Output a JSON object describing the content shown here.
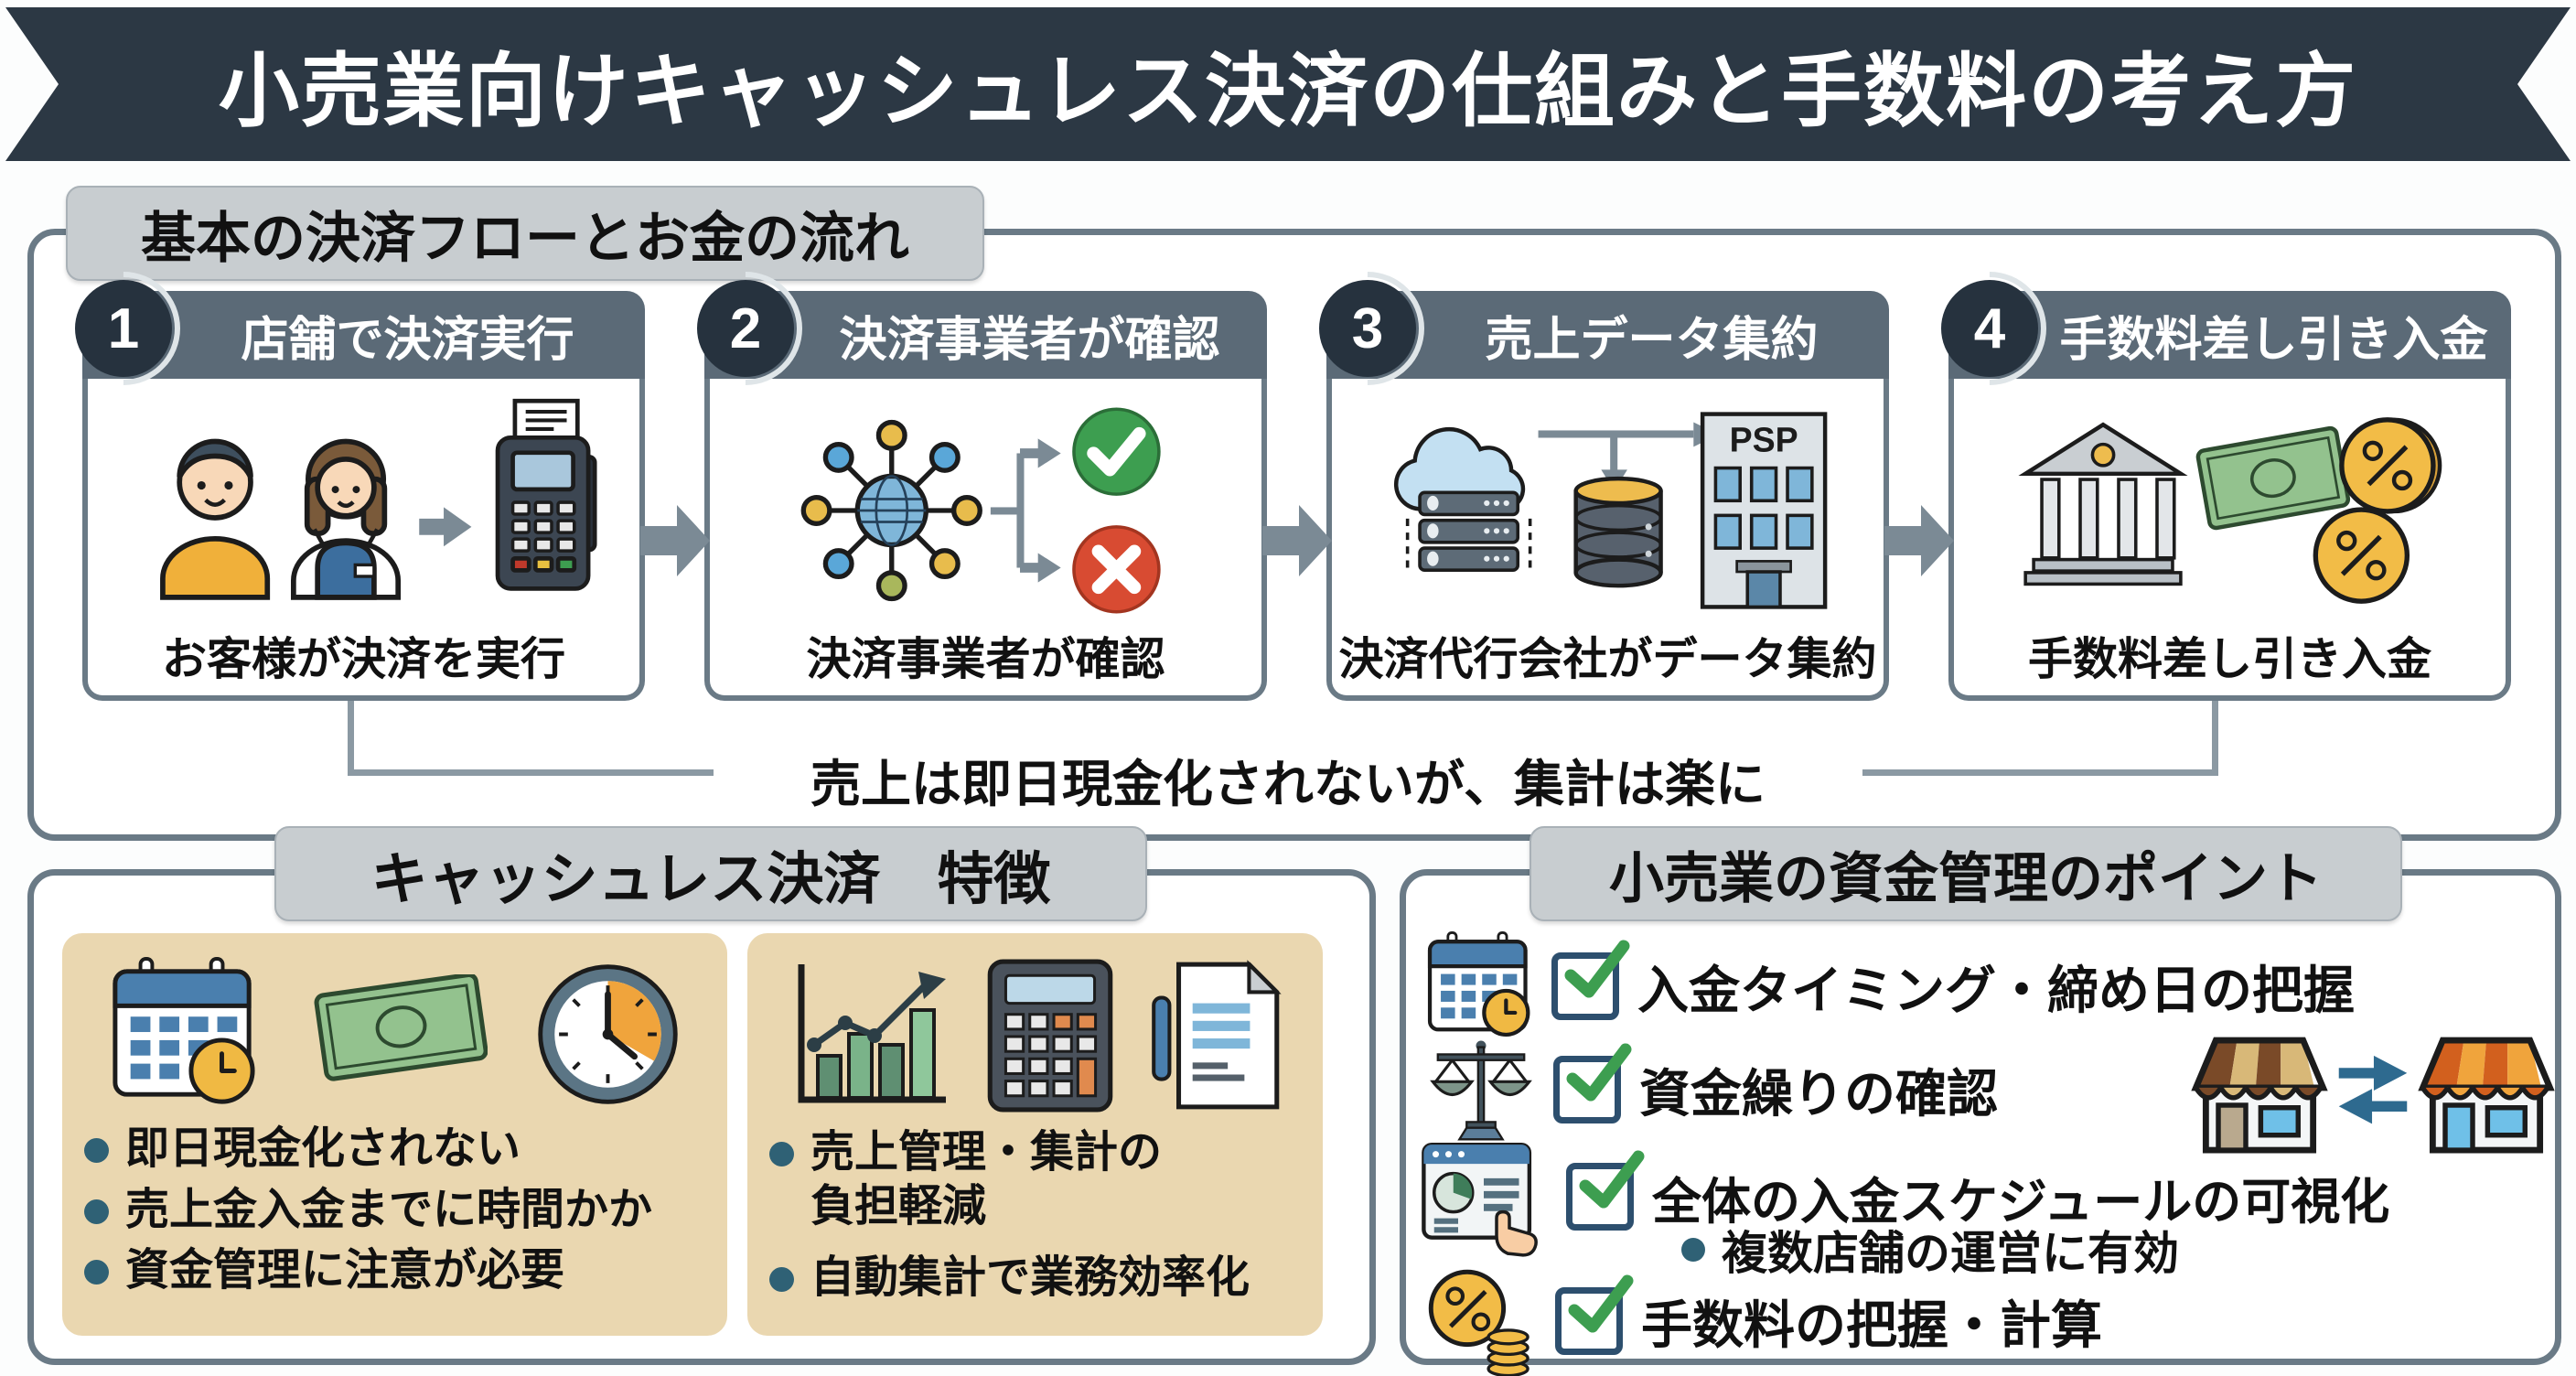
{
  "title_banner": {
    "text": "小売業向けキャッシュレス決済の仕組みと手数料の考え方"
  },
  "flow_section": {
    "header": "基本の決済フローとお金の流れ",
    "steps": [
      {
        "num": "1",
        "title": "店舗で決済実行",
        "caption": "お客様が決済を実行"
      },
      {
        "num": "2",
        "title": "決済事業者が確認",
        "caption": "決済事業者が確認"
      },
      {
        "num": "3",
        "title": "売上データ集約",
        "caption": "決済代行会社がデータ集約",
        "building_label": "PSP"
      },
      {
        "num": "4",
        "title": "手数料差し引き入金",
        "caption": "手数料差し引き入金"
      }
    ],
    "note": "売上は即日現金化されないが、集計は楽に"
  },
  "features_section": {
    "header": "キャッシュレス決済　特徴",
    "cons_box": {
      "items": [
        "即日現金化されない",
        "売上金入金までに時間かか",
        "資金管理に注意が必要"
      ]
    },
    "pros_box": {
      "item1_line1": "売上管理・集計の",
      "item1_line2": "負担軽減",
      "item2": "自動集計で業務効率化"
    }
  },
  "points_section": {
    "header": "小売業の資金管理のポイント",
    "items": [
      {
        "label": "入金タイミング・締め日の把握"
      },
      {
        "label": "資金繰りの確認"
      },
      {
        "label": "全体の入金スケジュールの可視化",
        "sub_bullet": "複数店舗の運営に有効"
      },
      {
        "label": "手数料の把握・計算"
      }
    ]
  },
  "colors": {
    "banner_bg": "#2c3844",
    "section_border": "#6a7a86",
    "header_chip_bg": "#c8cdd0",
    "card_bar_bg": "#5b6a77",
    "badge_bg": "#26323e",
    "arrow_gray": "#7b8a95",
    "tan_box_bg": "#ead7b0",
    "bullet_teal": "#2f6175",
    "approve_green": "#3d9e50",
    "decline_red": "#d84b32",
    "coin_yellow": "#f2bc47",
    "money_green": "#93c28e",
    "checkbox_border_blue": "#2d4f6e",
    "accent_blue": "#4a7fae"
  }
}
